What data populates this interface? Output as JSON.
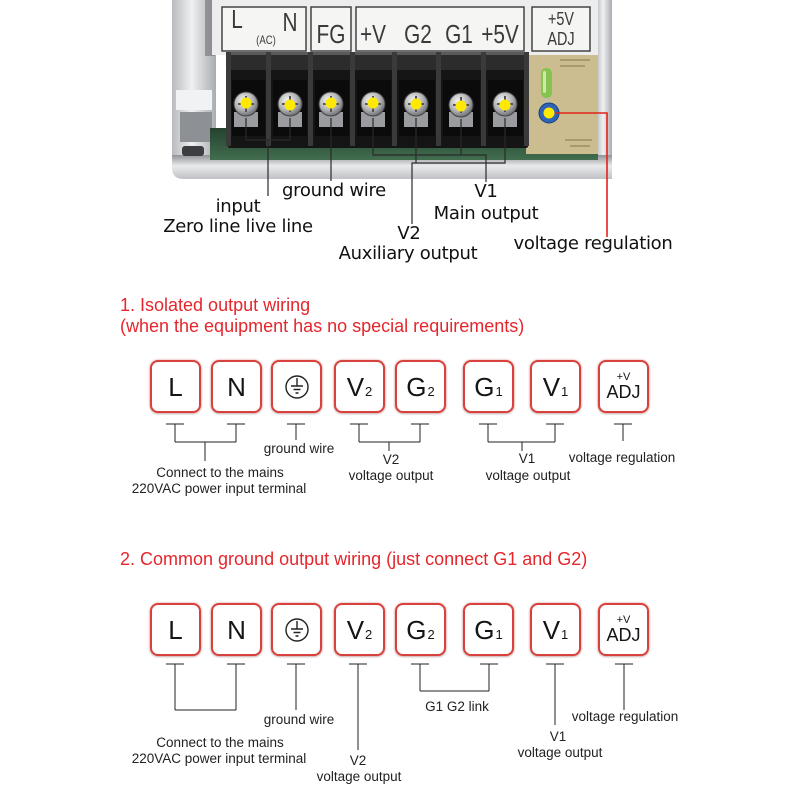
{
  "photo": {
    "strip": {
      "l": "L",
      "ac": "(AC)",
      "n": "N",
      "fg": "FG",
      "pv": "+V",
      "g2": "G2",
      "g1": "G1",
      "p5v": "+5V",
      "adj_top": "+5V",
      "adj_bottom": "ADJ"
    },
    "annotations": {
      "ground_wire": "ground wire",
      "v1": "V1",
      "main_output": "Main output",
      "input": "input",
      "zero_live": "Zero line live line",
      "v2": "V2",
      "auxiliary_output": "Auxiliary output",
      "voltage_regulation": "voltage regulation"
    }
  },
  "section1": {
    "title": "1. Isolated output wiring",
    "subtitle": "(when the equipment has no special requirements)",
    "terminals": [
      {
        "main": "L"
      },
      {
        "main": "N"
      },
      {
        "icon": "ground-icon"
      },
      {
        "main": "V",
        "sub": "2"
      },
      {
        "main": "G",
        "sub": "2"
      },
      {
        "main": "G",
        "sub": "1"
      },
      {
        "main": "V",
        "sub": "1"
      },
      {
        "top": "+V",
        "main": "ADJ"
      }
    ],
    "labels": {
      "mains_line1": "Connect to the mains",
      "mains_line2": "220VAC power input terminal",
      "ground": "ground wire",
      "v2": "V2",
      "v2_desc": "voltage output",
      "v1": "V1",
      "v1_desc": "voltage output",
      "adj": "voltage regulation"
    }
  },
  "section2": {
    "title": "2. Common ground output wiring (just connect G1 and G2)",
    "terminals": [
      {
        "main": "L"
      },
      {
        "main": "N"
      },
      {
        "icon": "ground-icon"
      },
      {
        "main": "V",
        "sub": "2"
      },
      {
        "main": "G",
        "sub": "2"
      },
      {
        "main": "G",
        "sub": "1"
      },
      {
        "main": "V",
        "sub": "1"
      },
      {
        "top": "+V",
        "main": "ADJ"
      }
    ],
    "labels": {
      "mains_line1": "Connect to the mains",
      "mains_line2": "220VAC power input terminal",
      "ground": "ground wire",
      "link": "G1 G2 link",
      "v2": "V2",
      "v2_desc": "voltage output",
      "v1": "V1",
      "v1_desc": "voltage output",
      "adj": "voltage regulation"
    }
  },
  "colors": {
    "heading": "#e5262c",
    "box_border": "#d8423c",
    "marker": "#ffe900",
    "regulation_line": "#e2231a"
  }
}
